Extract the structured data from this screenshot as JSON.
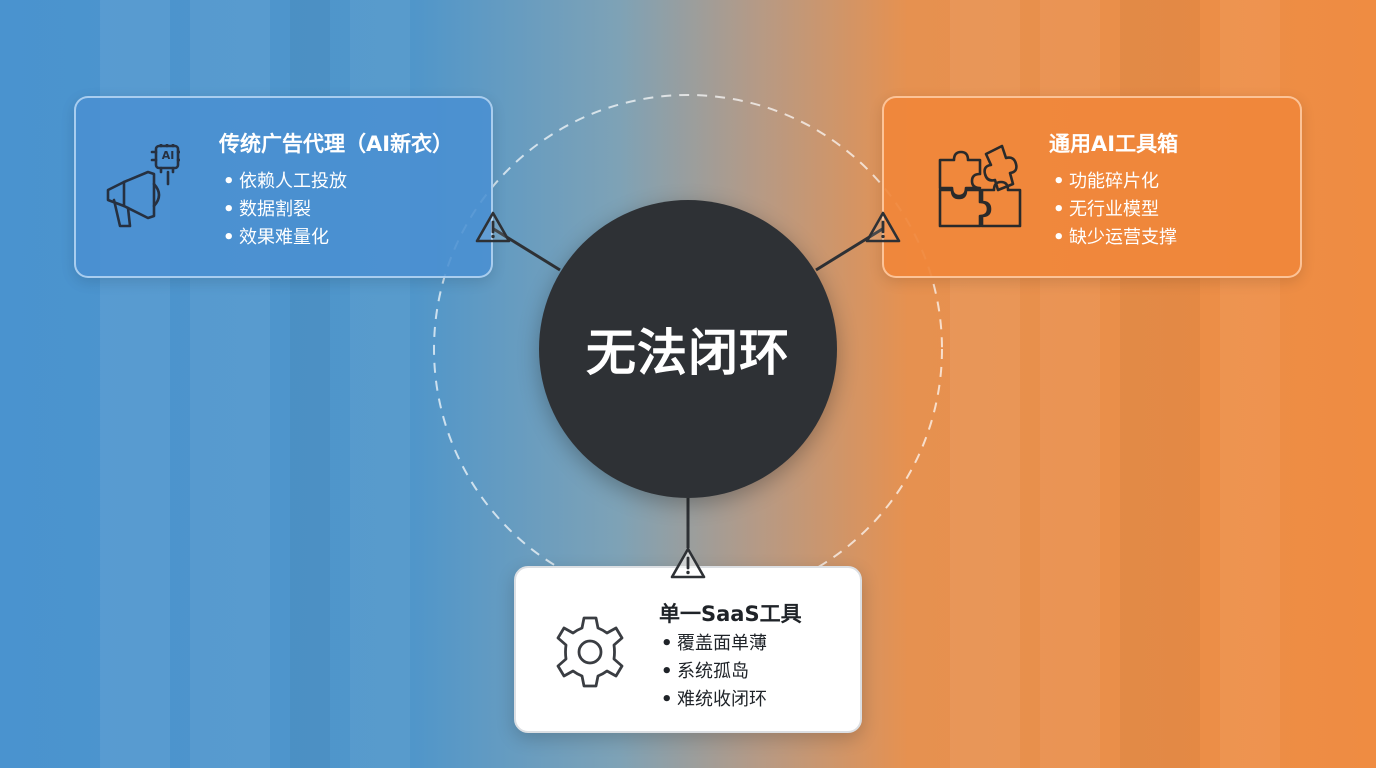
{
  "center": {
    "label": "无法闭环"
  },
  "cards": {
    "left": {
      "title": "传统广告代理（AI新衣）",
      "items": [
        "依赖人工投放",
        "数据割裂",
        "效果难量化"
      ],
      "icon": "megaphone-ai-chip-icon",
      "chip_text": "AI"
    },
    "right": {
      "title": "通用AI工具箱",
      "items": [
        "功能碎片化",
        "无行业模型",
        "缺少运营支撑"
      ],
      "icon": "puzzle-icon"
    },
    "bottom": {
      "title": "单一SaaS工具",
      "items": [
        "覆盖面单薄",
        "系统孤岛",
        "难统收闭环"
      ],
      "icon": "gear-icon"
    }
  },
  "bullet": "•",
  "colors": {
    "left_card": "#4a90d2",
    "right_card": "#f0863a",
    "center_circle": "#2e3135",
    "bottom_card": "#ffffff"
  },
  "warning_icon": "warning-triangle-icon"
}
